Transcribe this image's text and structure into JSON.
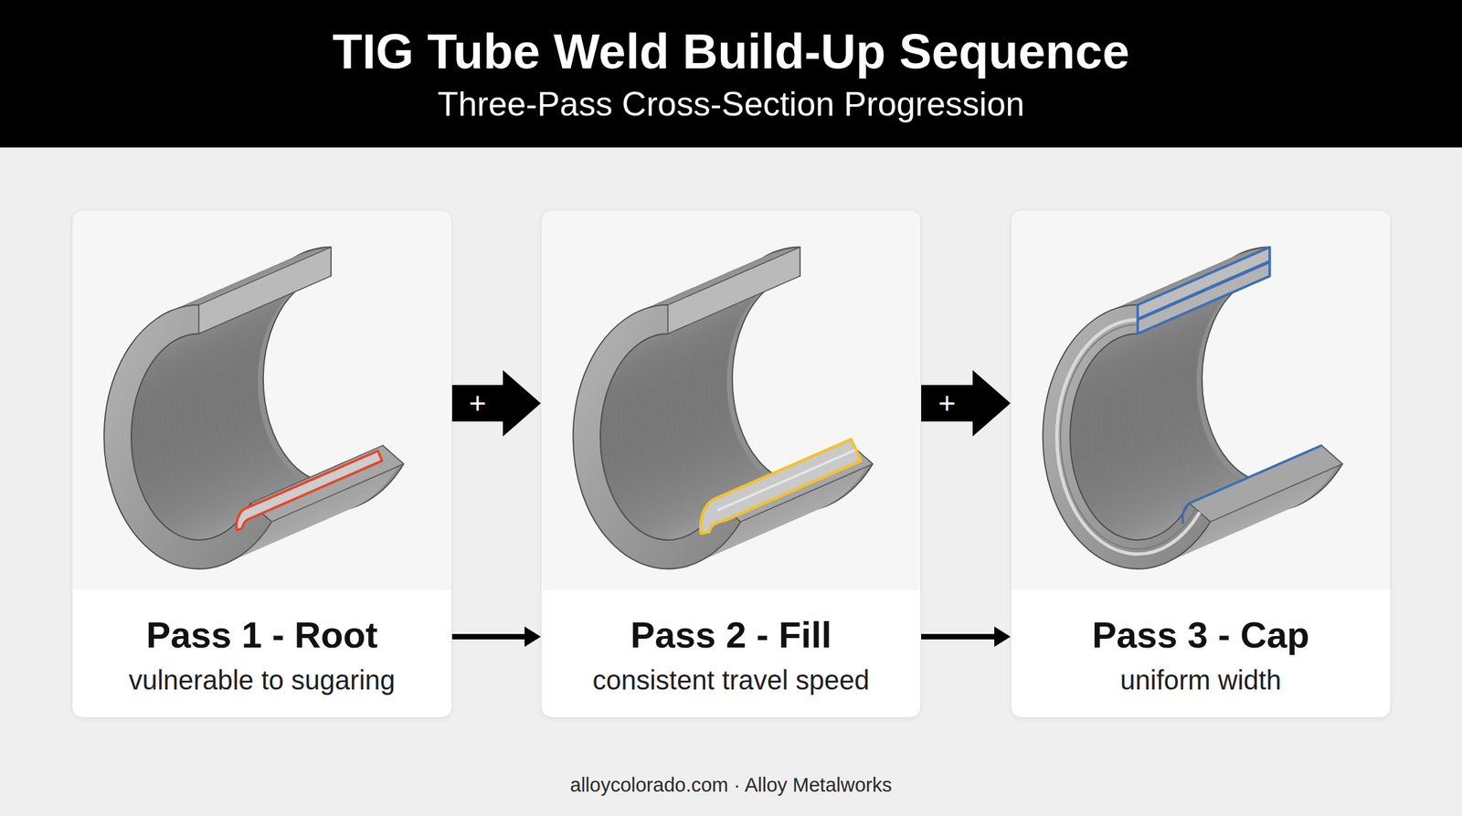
{
  "diagram": {
    "title": "TIG Tube Weld Build-Up Sequence",
    "nodes": [
      {
        "text": [
          "Pass 1 - Root",
          "vulnerable to sugaring"
        ]
      },
      {
        "text": [
          "Pass 2 - Fill",
          "consistent travel speed"
        ]
      },
      {
        "text": [
          "Pass 3 - Cap",
          "uniform width"
        ]
      }
    ],
    "edges": [
      {
        "from": 0,
        "to": 1,
        "arrow": "to",
        "label": "+"
      },
      {
        "from": 0,
        "to": 1,
        "arrow": "to"
      },
      {
        "from": 1,
        "to": 2,
        "arrow": "to",
        "label": "+"
      },
      {
        "from": 1,
        "to": 2,
        "arrow": "to"
      }
    ],
    "labels": [
      "Three-Pass Cross-Section Progression",
      "alloycolorado.com · Alloy Metalworks"
    ]
  }
}
